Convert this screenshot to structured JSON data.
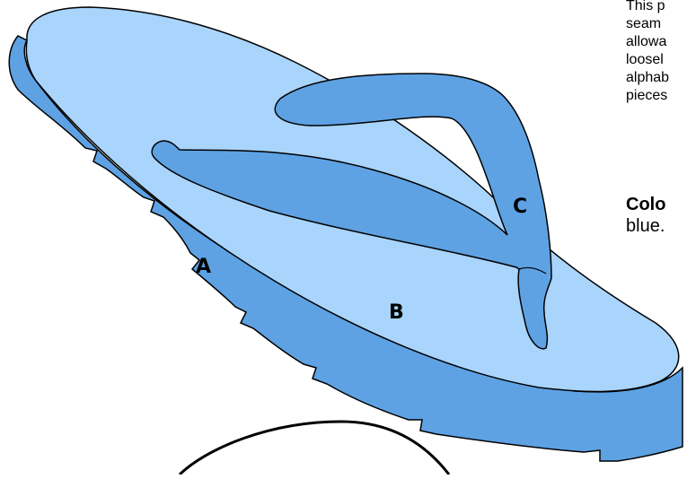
{
  "instructions": {
    "lines": [
      "This p",
      "seam",
      "allowa",
      "loosel",
      "alphab",
      "pieces"
    ]
  },
  "color_note": {
    "heading": "Colo",
    "text": "blue."
  },
  "pieces": {
    "a": "A",
    "b": "B",
    "c": "C"
  },
  "colors": {
    "sole_top": "#a9d4fb",
    "sole_side": "#5ea2e4",
    "strap": "#5ea2e4",
    "outline": "#000000"
  }
}
